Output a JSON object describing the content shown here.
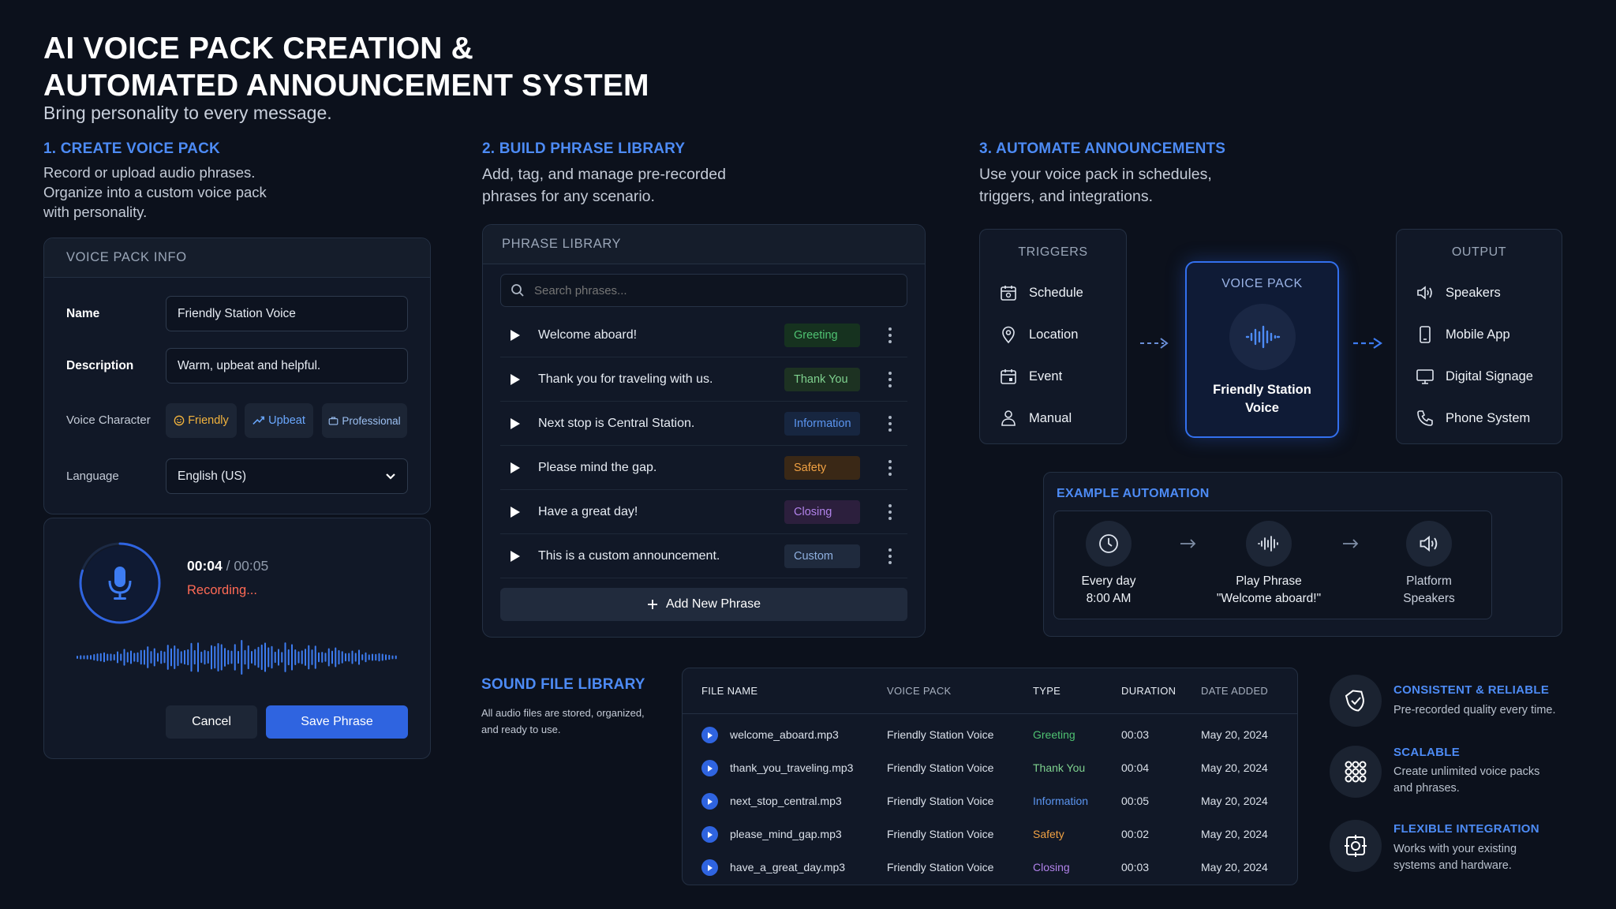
{
  "header": {
    "title_line1": "AI VOICE PACK CREATION &",
    "title_line2": "AUTOMATED ANNOUNCEMENT SYSTEM",
    "tagline": "Bring personality to every message."
  },
  "sections": {
    "create": {
      "title": "1. CREATE VOICE PACK",
      "desc": [
        "Record or upload audio phrases.",
        "Organize into a custom voice pack",
        "with personality."
      ]
    },
    "build": {
      "title": "2. BUILD PHRASE LIBRARY",
      "desc": [
        "Add, tag, and manage pre-recorded",
        "phrases for any scenario."
      ]
    },
    "automate": {
      "title": "3. AUTOMATE ANNOUNCEMENTS",
      "desc": [
        "Use your voice pack in schedules,",
        "triggers, and integrations."
      ]
    }
  },
  "voice_pack_info": {
    "heading": "VOICE PACK INFO",
    "name_label": "Name",
    "name_value": "Friendly Station Voice",
    "description_label": "Description",
    "description_value": "Warm, upbeat and helpful.",
    "character_label": "Voice Character",
    "characters": [
      "Friendly",
      "Upbeat",
      "Professional"
    ],
    "language_label": "Language",
    "language_value": "English (US)"
  },
  "recorder": {
    "elapsed": "00:04",
    "separator": "/",
    "total": "00:05",
    "progress": 0.8,
    "status": "Recording...",
    "cancel_label": "Cancel",
    "save_label": "Save Phrase"
  },
  "phrase_library": {
    "heading": "PHRASE LIBRARY",
    "search_placeholder": "Search phrases...",
    "phrases": [
      {
        "text": "Welcome aboard!",
        "tag": "Greeting"
      },
      {
        "text": "Thank you for traveling with us.",
        "tag": "Thank You"
      },
      {
        "text": "Next stop is Central Station.",
        "tag": "Information"
      },
      {
        "text": "Please mind the gap.",
        "tag": "Safety"
      },
      {
        "text": "Have a great day!",
        "tag": "Closing"
      },
      {
        "text": "This is a custom announcement.",
        "tag": "Custom"
      }
    ],
    "add_label": "Add New Phrase"
  },
  "tag_colors": {
    "Greeting": {
      "bg": "#16321f",
      "fg": "#4fc272"
    },
    "Thank You": {
      "bg": "#1d3222",
      "fg": "#7fd28f"
    },
    "Information": {
      "bg": "#172640",
      "fg": "#5b95f0"
    },
    "Safety": {
      "bg": "#3a2816",
      "fg": "#f0a143"
    },
    "Closing": {
      "bg": "#2c1f3d",
      "fg": "#b182ea"
    },
    "Custom": {
      "bg": "#1f2a3d",
      "fg": "#8fb0e0"
    }
  },
  "flow": {
    "triggers": {
      "heading": "TRIGGERS",
      "items": [
        {
          "label": "Schedule",
          "icon": "calendar-icon"
        },
        {
          "label": "Location",
          "icon": "map-pin-icon"
        },
        {
          "label": "Event",
          "icon": "calendar-event-icon"
        },
        {
          "label": "Manual",
          "icon": "user-icon"
        }
      ]
    },
    "voice_pack": {
      "heading": "VOICE PACK",
      "name_line1": "Friendly Station",
      "name_line2": "Voice"
    },
    "output": {
      "heading": "OUTPUT",
      "items": [
        {
          "label": "Speakers",
          "icon": "speaker-icon"
        },
        {
          "label": "Mobile App",
          "icon": "mobile-icon"
        },
        {
          "label": "Digital Signage",
          "icon": "monitor-icon"
        },
        {
          "label": "Phone System",
          "icon": "phone-icon"
        }
      ]
    }
  },
  "example_automation": {
    "heading": "EXAMPLE AUTOMATION",
    "steps": [
      {
        "line1": "Every day",
        "line2": "8:00 AM",
        "icon": "clock-icon"
      },
      {
        "line1": "Play Phrase",
        "line2": "\"Welcome aboard!\"",
        "icon": "waveform-icon"
      },
      {
        "line1": "Platform",
        "line2": "Speakers",
        "icon": "speaker-icon"
      }
    ]
  },
  "sound_library": {
    "title": "SOUND FILE LIBRARY",
    "desc": [
      "All audio files are stored, organized,",
      "and ready to use."
    ],
    "columns": [
      "FILE NAME",
      "VOICE PACK",
      "TYPE",
      "DURATION",
      "DATE ADDED"
    ],
    "rows": [
      {
        "file": "welcome_aboard.mp3",
        "pack": "Friendly Station Voice",
        "type": "Greeting",
        "duration": "00:03",
        "date": "May 20, 2024"
      },
      {
        "file": "thank_you_traveling.mp3",
        "pack": "Friendly Station Voice",
        "type": "Thank You",
        "duration": "00:04",
        "date": "May 20, 2024"
      },
      {
        "file": "next_stop_central.mp3",
        "pack": "Friendly Station Voice",
        "type": "Information",
        "duration": "00:05",
        "date": "May 20, 2024"
      },
      {
        "file": "please_mind_gap.mp3",
        "pack": "Friendly Station Voice",
        "type": "Safety",
        "duration": "00:02",
        "date": "May 20, 2024"
      },
      {
        "file": "have_a_great_day.mp3",
        "pack": "Friendly Station Voice",
        "type": "Closing",
        "duration": "00:03",
        "date": "May 20, 2024"
      }
    ]
  },
  "features": [
    {
      "title": "CONSISTENT & RELIABLE",
      "desc": [
        "Pre-recorded quality every time."
      ],
      "icon": "shield-check-icon"
    },
    {
      "title": "SCALABLE",
      "desc": [
        "Create unlimited voice packs",
        "and phrases."
      ],
      "icon": "grid-icon"
    },
    {
      "title": "FLEXIBLE INTEGRATION",
      "desc": [
        "Works with your existing",
        "systems and hardware."
      ],
      "icon": "integration-icon"
    }
  ],
  "colors": {
    "accent": "#2f64e0",
    "accent_text": "#4d8bf5",
    "background": "#0c111c",
    "panel": "#111827",
    "recording": "#ff6a55"
  }
}
